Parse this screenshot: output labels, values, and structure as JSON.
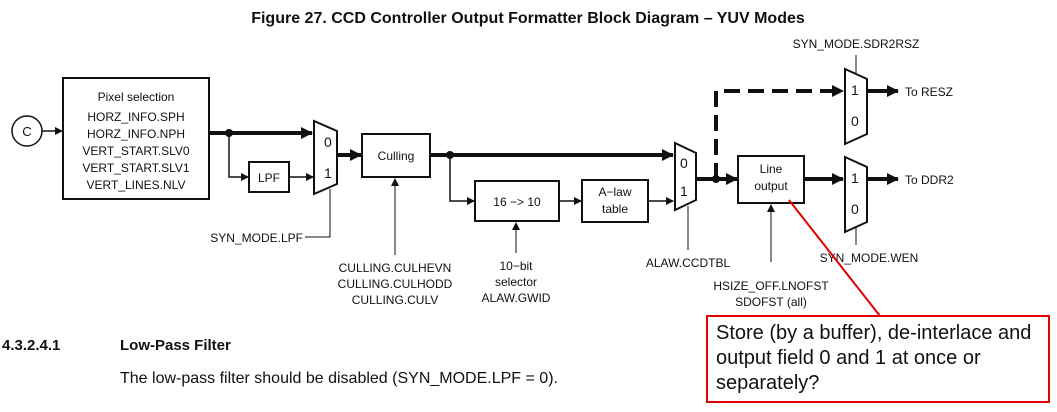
{
  "figure": {
    "title": "Figure 27. CCD Controller Output Formatter Block Diagram – YUV Modes"
  },
  "input": {
    "label": "C"
  },
  "pixel_selection": {
    "title": "Pixel selection",
    "lines": [
      "HORZ_INFO.SPH",
      "HORZ_INFO.NPH",
      "VERT_START.SLV0",
      "VERT_START.SLV1",
      "VERT_LINES.NLV"
    ]
  },
  "blocks": {
    "lpf": "LPF",
    "culling": "Culling",
    "converter": "16 −> 10",
    "alaw_line1": "A−law",
    "alaw_line2": "table",
    "line_output_1": "Line",
    "line_output_2": "output"
  },
  "mux": {
    "lpf_mux": {
      "top": "0",
      "bottom": "1"
    },
    "alaw_mux": {
      "top": "0",
      "bottom": "1"
    },
    "resz_mux": {
      "top": "1",
      "bottom": "0"
    },
    "ddr2_mux": {
      "top": "1",
      "bottom": "0"
    }
  },
  "outputs": {
    "resz": "To RESZ",
    "ddr2": "To DDR2"
  },
  "controls": {
    "syn_mode_lpf": "SYN_MODE.LPF",
    "culling": [
      "CULLING.CULHEVN",
      "CULLING.CULHODD",
      "CULLING.CULV"
    ],
    "selector": [
      "10−bit",
      "selector",
      "ALAW.GWID"
    ],
    "alaw_ccdtbl": "ALAW.CCDTBL",
    "hsize": [
      "HSIZE_OFF.LNOFST",
      "SDOFST (all)"
    ],
    "syn_mode_wen": "SYN_MODE.WEN",
    "syn_mode_sdr2rsz": "SYN_MODE.SDR2RSZ"
  },
  "section": {
    "number": "4.3.2.4.1",
    "title": "Low-Pass Filter"
  },
  "body_text": "The low-pass filter should be disabled (SYN_MODE.LPF = 0).",
  "annotation": {
    "text": "Store (by a buffer), de-interlace and output field 0 and 1 at once or separately?",
    "color": "#e00000"
  }
}
